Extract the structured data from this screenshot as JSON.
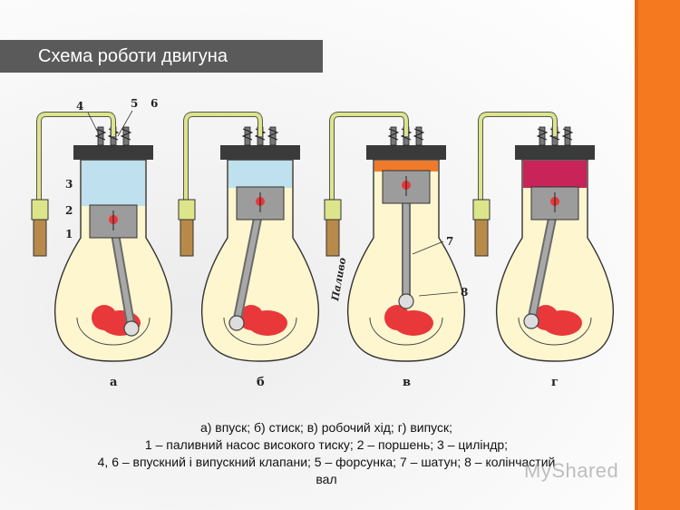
{
  "title": "Схема роботи двигуна",
  "stages": [
    {
      "label": "а",
      "charge": "air"
    },
    {
      "label": "б",
      "charge": "air"
    },
    {
      "label": "в",
      "charge": "fire"
    },
    {
      "label": "г",
      "charge": "exhaust"
    }
  ],
  "part_numbers": [
    "4",
    "5",
    "6",
    "3",
    "2",
    "1",
    "7",
    "8"
  ],
  "fuel_label": "Паливо",
  "caption_lines": [
    "а) впуск; б) стиск; в) робочий хід; г) випуск;",
    "1 – паливний насос високого тиску; 2 – поршень; 3 – циліндр;",
    "4, 6 – впускний і випускний клапани; 5 – форсунка; 7 – шатун; 8 – колінчастий",
    "вал"
  ],
  "watermark": "MyShared",
  "colors": {
    "accent": "#f4791f",
    "banner": "#5a5a5a",
    "crankcase": "#fdf6cf",
    "fuel_pipe": "#dde58a",
    "air": "#bfe0ee",
    "fire": "#f07a2a",
    "exhaust": "#c8245a",
    "crank": "#e8383a",
    "piston": "#9c9c9c"
  }
}
